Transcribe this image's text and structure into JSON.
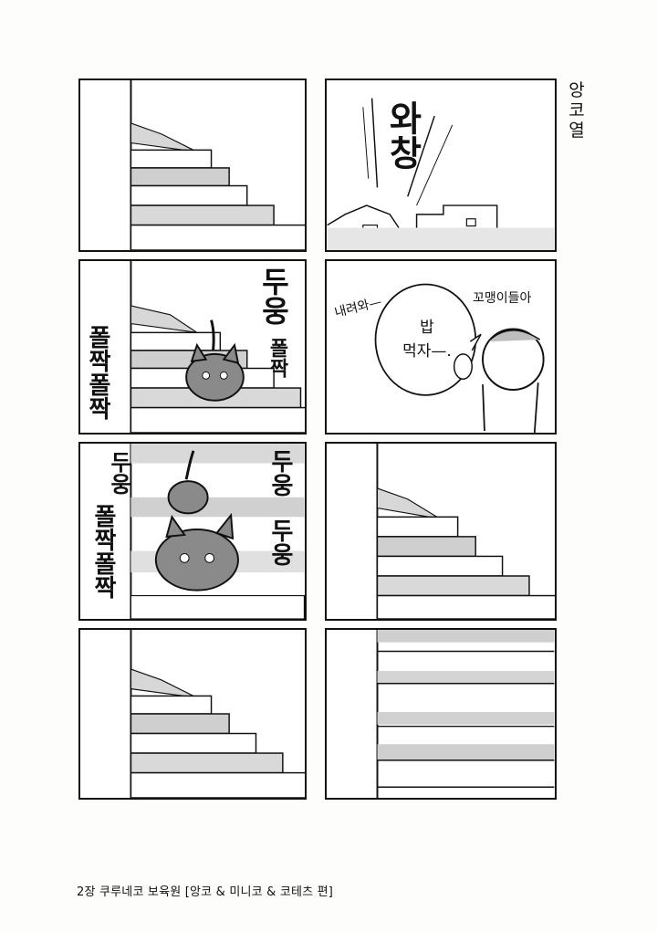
{
  "chapter_title": "앙코 열",
  "page_caption": "2장  쿠루네코 보육원 [앙코 & 미니코 & 코테츠 편]",
  "panel2": {
    "sfx": "와창"
  },
  "panel3": {
    "sfx_left": "폴짝폴짝",
    "sfx_right_top": "두웅",
    "sfx_right_mid": "폴짝"
  },
  "panel4": {
    "call_left": "내려와—",
    "call_right": "꼬맹이들아",
    "bubble": "밥\n먹자—."
  },
  "panel5": {
    "sfx_left": "폴짝폴짝",
    "sfx_top_left": "두웅",
    "sfx_right_top": "두웅",
    "sfx_right_bottom": "두웅"
  },
  "colors": {
    "ink": "#111111",
    "screentone": "#c9c9c9",
    "cat_tone": "#8a8a8a"
  }
}
